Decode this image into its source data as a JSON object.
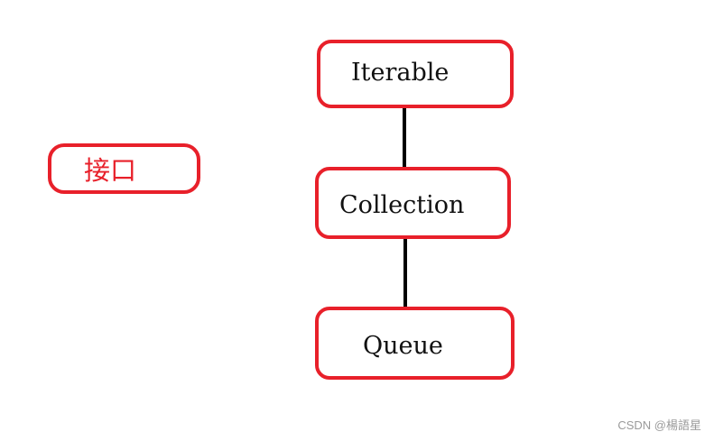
{
  "diagram": {
    "legend": {
      "label": "接口"
    },
    "nodes": [
      {
        "id": "iterable",
        "label": "Iterable"
      },
      {
        "id": "collection",
        "label": "Collection"
      },
      {
        "id": "queue",
        "label": "Queue"
      }
    ],
    "edges": [
      {
        "from": "iterable",
        "to": "collection"
      },
      {
        "from": "collection",
        "to": "queue"
      }
    ]
  },
  "watermark": "CSDN @楊語星",
  "colors": {
    "node_border": "#e8202a",
    "connector": "#000000",
    "legend_text": "#e8202a"
  }
}
